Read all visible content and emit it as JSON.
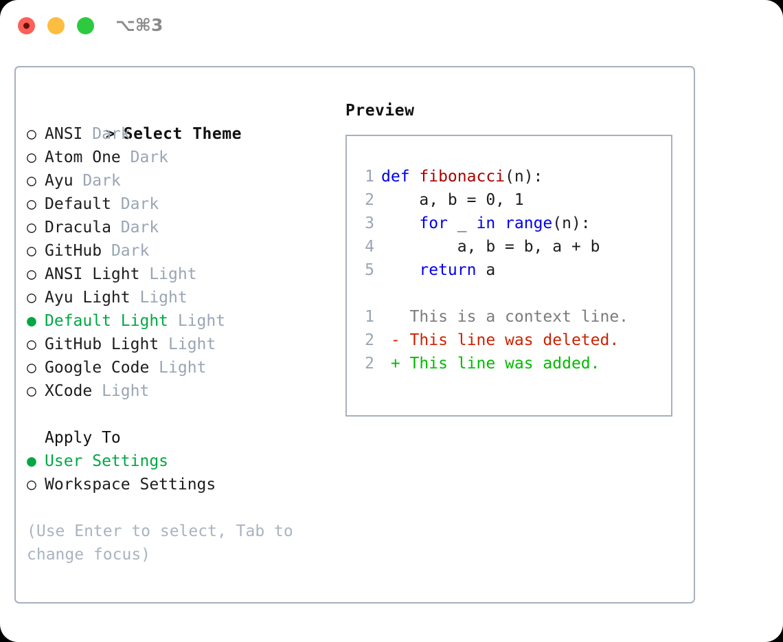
{
  "titlebar": {
    "shortcut": "⌥⌘3",
    "buttons": [
      {
        "name": "close",
        "color": "#fb6058"
      },
      {
        "name": "minimize",
        "color": "#fdbd40"
      },
      {
        "name": "maximize",
        "color": "#2dca40"
      }
    ]
  },
  "theme_picker": {
    "heading_prefix": ">",
    "heading": "Select Theme",
    "marker_unselected": "○",
    "marker_selected": "●",
    "items": [
      {
        "name": "ANSI",
        "kind": "Dark",
        "selected": false
      },
      {
        "name": "Atom One",
        "kind": "Dark",
        "selected": false
      },
      {
        "name": "Ayu",
        "kind": "Dark",
        "selected": false
      },
      {
        "name": "Default",
        "kind": "Dark",
        "selected": false
      },
      {
        "name": "Dracula",
        "kind": "Dark",
        "selected": false
      },
      {
        "name": "GitHub",
        "kind": "Dark",
        "selected": false
      },
      {
        "name": "ANSI Light",
        "kind": "Light",
        "selected": false
      },
      {
        "name": "Ayu Light",
        "kind": "Light",
        "selected": false
      },
      {
        "name": "Default Light",
        "kind": "Light",
        "selected": true
      },
      {
        "name": "GitHub Light",
        "kind": "Light",
        "selected": false
      },
      {
        "name": "Google Code",
        "kind": "Light",
        "selected": false
      },
      {
        "name": "XCode",
        "kind": "Light",
        "selected": false
      }
    ]
  },
  "apply_to": {
    "title": "Apply To",
    "options": [
      {
        "label": "User Settings",
        "selected": true
      },
      {
        "label": "Workspace Settings",
        "selected": false
      }
    ]
  },
  "hint": "(Use Enter to select, Tab to change focus)",
  "preview": {
    "title": "Preview",
    "code_lines": [
      {
        "num": "1",
        "tokens": [
          {
            "t": "def ",
            "c": "kw"
          },
          {
            "t": "fibonacci",
            "c": "fn"
          },
          {
            "t": "(n):",
            "c": "txt"
          }
        ]
      },
      {
        "num": "2",
        "tokens": [
          {
            "t": "    a, b = 0, 1",
            "c": "txt"
          }
        ]
      },
      {
        "num": "3",
        "tokens": [
          {
            "t": "    ",
            "c": "txt"
          },
          {
            "t": "for",
            "c": "kw"
          },
          {
            "t": " _ ",
            "c": "txt"
          },
          {
            "t": "in range",
            "c": "kw"
          },
          {
            "t": "(n):",
            "c": "txt"
          }
        ]
      },
      {
        "num": "4",
        "tokens": [
          {
            "t": "        a, b = b, a + b",
            "c": "txt"
          }
        ]
      },
      {
        "num": "5",
        "tokens": [
          {
            "t": "    ",
            "c": "txt"
          },
          {
            "t": "return",
            "c": "kw"
          },
          {
            "t": " a",
            "c": "txt"
          }
        ]
      }
    ],
    "diff_lines": [
      {
        "num": "1",
        "sign": " ",
        "text": "This is a context line.",
        "kind": "ctx"
      },
      {
        "num": "2",
        "sign": "-",
        "text": "This line was deleted.",
        "kind": "del"
      },
      {
        "num": "2",
        "sign": "+",
        "text": "This line was added.",
        "kind": "add"
      }
    ]
  },
  "colors": {
    "accent_green": "#00a844",
    "diff_add": "#00bb00",
    "diff_del": "#cc2200",
    "keyword_blue": "#0000ee",
    "function_red": "#aa0000",
    "dim_gray": "#9aa5b4",
    "border": "#a7b0bd"
  }
}
